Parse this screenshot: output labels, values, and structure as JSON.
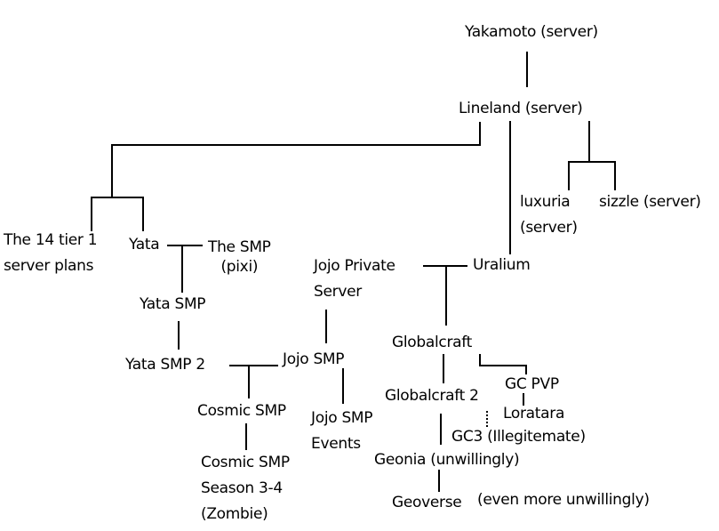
{
  "diagram": {
    "type": "family-tree",
    "line_color": "#000000",
    "background": "#ffffff",
    "nodes": {
      "yakamoto": {
        "lines": [
          "Yakamoto (server)"
        ]
      },
      "lineland": {
        "lines": [
          "Lineland (server)"
        ]
      },
      "fourteen_tier": {
        "lines": [
          "The 14 tier 1",
          "server plans"
        ]
      },
      "yata": {
        "lines": [
          "Yata"
        ]
      },
      "the_smp": {
        "lines": [
          "The SMP",
          "(pixi)"
        ]
      },
      "yata_smp": {
        "lines": [
          "Yata SMP"
        ]
      },
      "yata_smp_2": {
        "lines": [
          "Yata SMP 2"
        ]
      },
      "cosmic_smp": {
        "lines": [
          "Cosmic SMP"
        ]
      },
      "cosmic_smp_s34": {
        "lines": [
          "Cosmic SMP",
          "Season 3-4",
          "(Zombie)"
        ]
      },
      "jojo_private": {
        "lines": [
          "Jojo Private",
          "Server"
        ]
      },
      "jojo_smp": {
        "lines": [
          "Jojo SMP"
        ]
      },
      "jojo_smp_events": {
        "lines": [
          "Jojo SMP",
          "Events"
        ]
      },
      "uralium": {
        "lines": [
          "Uralium"
        ]
      },
      "luxuria": {
        "lines": [
          "luxuria",
          "(server)"
        ]
      },
      "sizzle": {
        "lines": [
          "sizzle (server)"
        ]
      },
      "globalcraft": {
        "lines": [
          "Globalcraft"
        ]
      },
      "globalcraft_2": {
        "lines": [
          "Globalcraft 2"
        ]
      },
      "gc_pvp": {
        "lines": [
          "GC PVP"
        ]
      },
      "loratara": {
        "lines": [
          "Loratara"
        ]
      },
      "gc3": {
        "lines": [
          "GC3 (Illegitemate)"
        ]
      },
      "geonia": {
        "lines": [
          "Geonia (unwillingly)"
        ]
      },
      "geoverse": {
        "lines": [
          "Geoverse"
        ]
      },
      "geoverse_note": {
        "lines": [
          "(even more unwillingly)"
        ]
      }
    },
    "edges": [
      {
        "from": "yakamoto",
        "to": "lineland",
        "style": "solid"
      },
      {
        "from": "lineland",
        "to": "fourteen_tier",
        "style": "solid"
      },
      {
        "from": "lineland",
        "to": "yata",
        "style": "solid"
      },
      {
        "from": "lineland",
        "to": "uralium",
        "style": "solid"
      },
      {
        "from": "lineland",
        "to": "luxuria",
        "style": "solid"
      },
      {
        "from": "lineland",
        "to": "sizzle",
        "style": "solid"
      },
      {
        "from": "yata",
        "to": "the_smp",
        "style": "solid"
      },
      {
        "from": "yata",
        "to": "yata_smp",
        "style": "solid"
      },
      {
        "from": "yata_smp",
        "to": "yata_smp_2",
        "style": "solid"
      },
      {
        "from": "yata_smp_2",
        "to": "jojo_smp",
        "style": "solid"
      },
      {
        "from": "yata_smp_2",
        "to": "cosmic_smp",
        "style": "solid"
      },
      {
        "from": "cosmic_smp",
        "to": "cosmic_smp_s34",
        "style": "solid"
      },
      {
        "from": "jojo_private",
        "to": "jojo_smp",
        "style": "solid"
      },
      {
        "from": "jojo_smp",
        "to": "jojo_smp_events",
        "style": "solid"
      },
      {
        "from": "jojo_private",
        "to": "uralium",
        "style": "solid"
      },
      {
        "from": "uralium",
        "to": "globalcraft",
        "style": "solid"
      },
      {
        "from": "globalcraft",
        "to": "globalcraft_2",
        "style": "solid"
      },
      {
        "from": "globalcraft",
        "to": "gc_pvp",
        "style": "solid"
      },
      {
        "from": "gc_pvp",
        "to": "loratara",
        "style": "solid"
      },
      {
        "from": "globalcraft_2",
        "to": "gc3",
        "style": "dotted"
      },
      {
        "from": "globalcraft_2",
        "to": "geonia",
        "style": "solid"
      },
      {
        "from": "geonia",
        "to": "geoverse",
        "style": "solid"
      }
    ]
  }
}
